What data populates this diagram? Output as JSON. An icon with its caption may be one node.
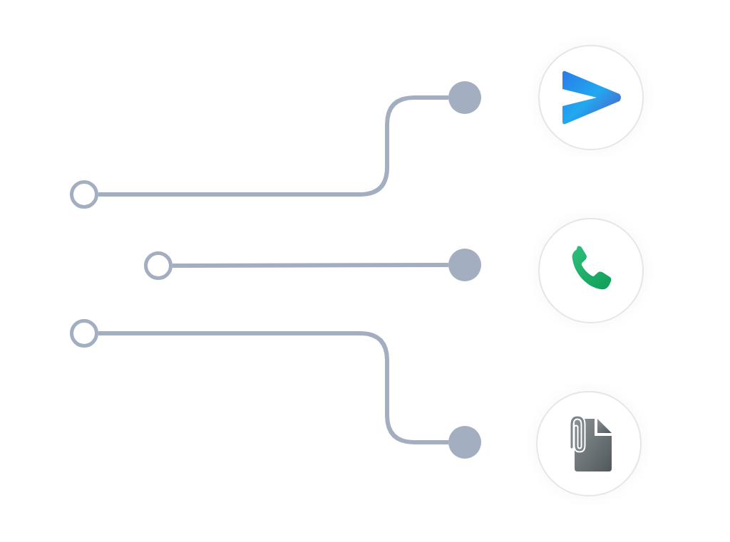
{
  "diagram": {
    "nodes": [
      {
        "text": [],
        "shape": "circle"
      },
      {
        "text": [],
        "shape": "circle"
      },
      {
        "text": [],
        "shape": "circle"
      },
      {
        "text": [],
        "shape": "circle"
      },
      {
        "text": [],
        "shape": "circle"
      },
      {
        "text": [],
        "shape": "circle"
      },
      {
        "text": [],
        "shape": "picture"
      },
      {
        "text": [],
        "shape": "picture"
      },
      {
        "text": [],
        "shape": "picture"
      }
    ],
    "edges": [
      {
        "from": 0,
        "to": 3,
        "arrow": "none"
      },
      {
        "from": 1,
        "to": 4,
        "arrow": "none"
      },
      {
        "from": 2,
        "to": 5,
        "arrow": "none"
      }
    ]
  }
}
